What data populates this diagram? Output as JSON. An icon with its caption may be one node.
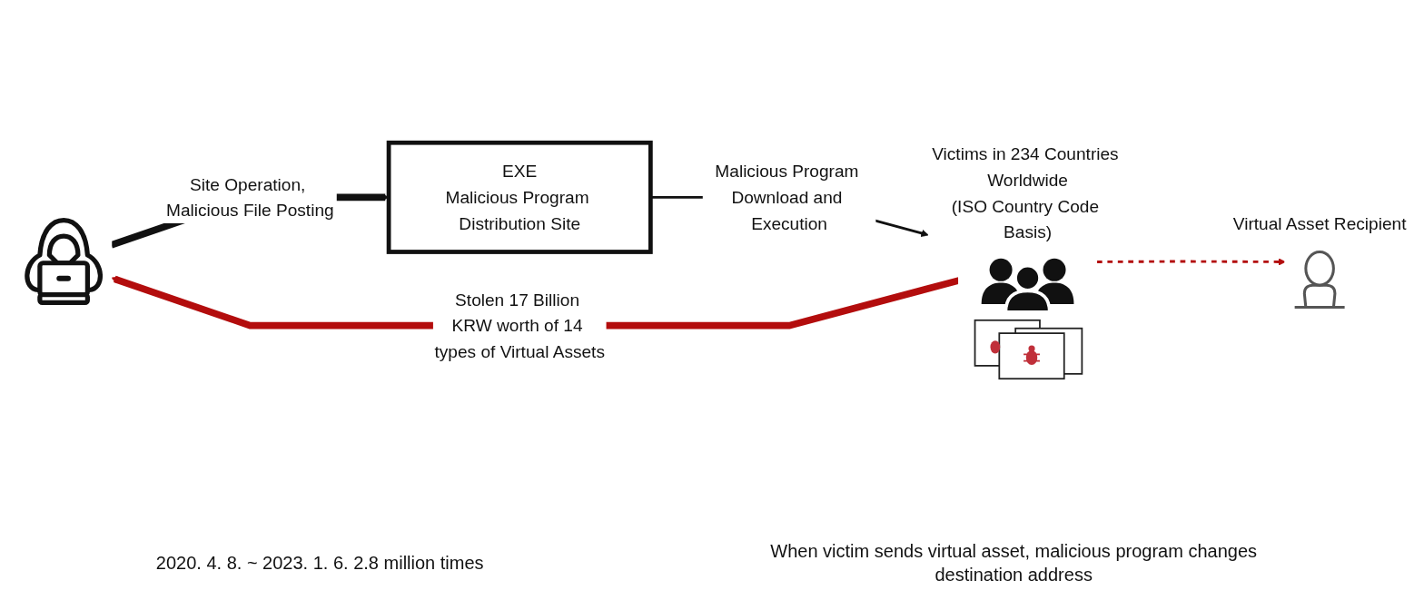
{
  "diagram": {
    "nodes": [
      {
        "text": [],
        "shape": "person"
      },
      {
        "text": [
          "EXE",
          "Malicious Program Distribution Site"
        ]
      },
      {
        "text": [
          "Victims in 234 Countries Worldwide",
          "(ISO Country Code Basis)"
        ]
      },
      {
        "text": [
          "Virtual Asset Recipient"
        ]
      }
    ],
    "edges": [
      {
        "from": 0,
        "to": 1,
        "arrow": "to",
        "label": "Site Operation, Malicious File Posting",
        "style": "thick"
      },
      {
        "from": 1,
        "to": 2,
        "arrow": "to",
        "label": "Malicious Program Download and Execution"
      },
      {
        "from": 2,
        "to": 3,
        "arrow": "to",
        "style": "dashed",
        "color": "#b30d0d"
      },
      {
        "from": 2,
        "to": 0,
        "arrow": "to",
        "label": "Stolen 17 Billion KRW worth of 14 types of Virtual Assets",
        "style": "thick",
        "color": "#b30d0d"
      }
    ],
    "labels": [
      "2020. 4. 8. ~ 2023. 1. 6. 2.8 million times",
      "When victim sends virtual asset, malicious program changes destination address"
    ]
  }
}
